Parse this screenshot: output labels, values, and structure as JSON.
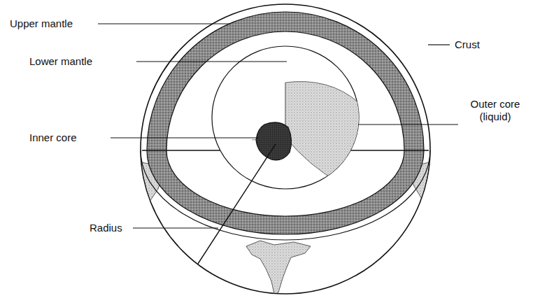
{
  "diagram": {
    "labels": [
      "Upper mantle",
      "Lower mantle",
      "Inner core",
      "Radius",
      "Crust",
      "Outer core (liquid)"
    ]
  }
}
